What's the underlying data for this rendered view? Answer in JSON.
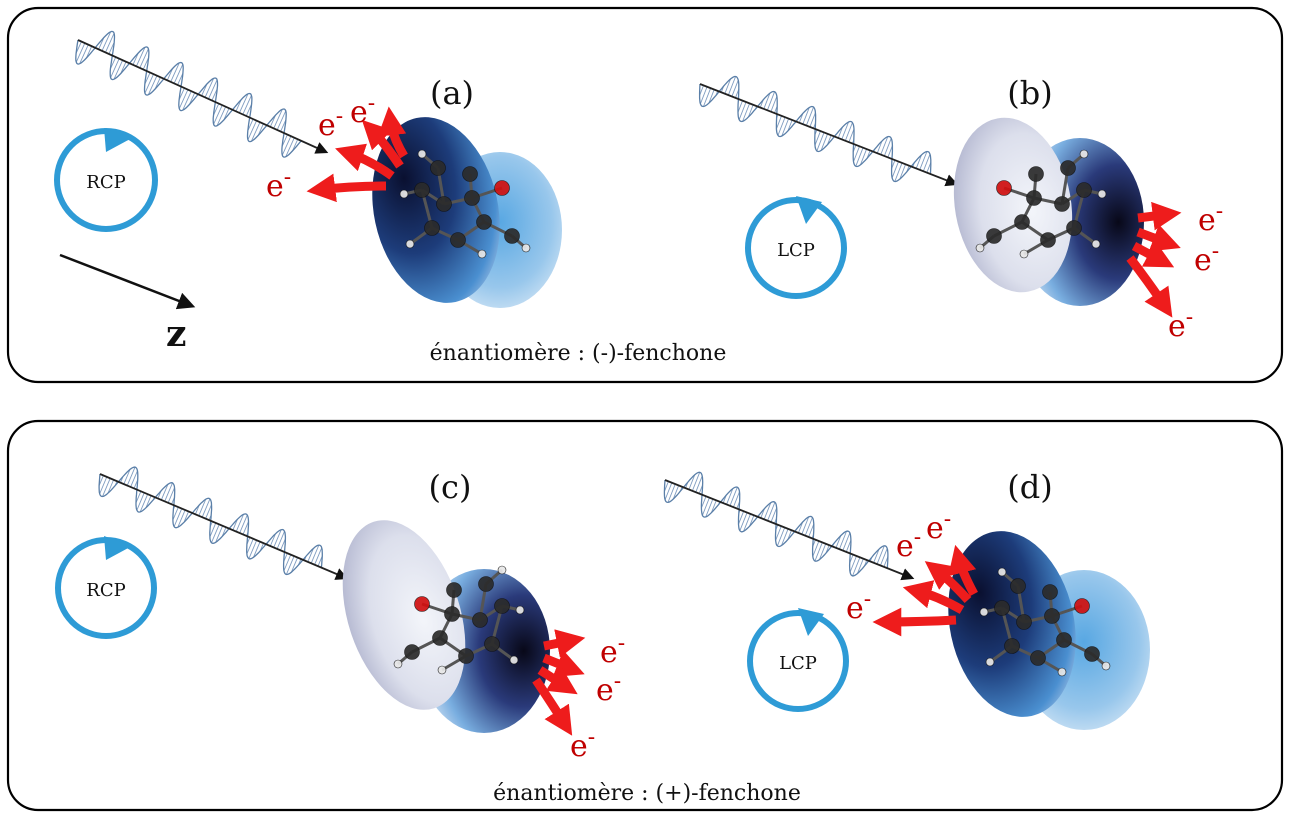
{
  "panel_top": {
    "caption": "énantiomère : (-)-fenchone",
    "axis_label": "z",
    "scenes": [
      {
        "label": "(a)",
        "polarization": "RCP",
        "emission": "left"
      },
      {
        "label": "(b)",
        "polarization": "LCP",
        "emission": "right"
      }
    ]
  },
  "panel_bottom": {
    "caption": "énantiomère : (+)-fenchone",
    "scenes": [
      {
        "label": "(c)",
        "polarization": "RCP",
        "emission": "right"
      },
      {
        "label": "(d)",
        "polarization": "LCP",
        "emission": "left"
      }
    ]
  },
  "electron_label": "e",
  "electron_superscript": "-",
  "colors": {
    "panel_border": "#000000",
    "polarization_circle": "#2e9bd6",
    "electron_arrow": "#ee1c1c",
    "electron_text": "#c00000",
    "helix": "#5a7fa8",
    "beam": "#222222",
    "oxygen": "#d01010"
  }
}
